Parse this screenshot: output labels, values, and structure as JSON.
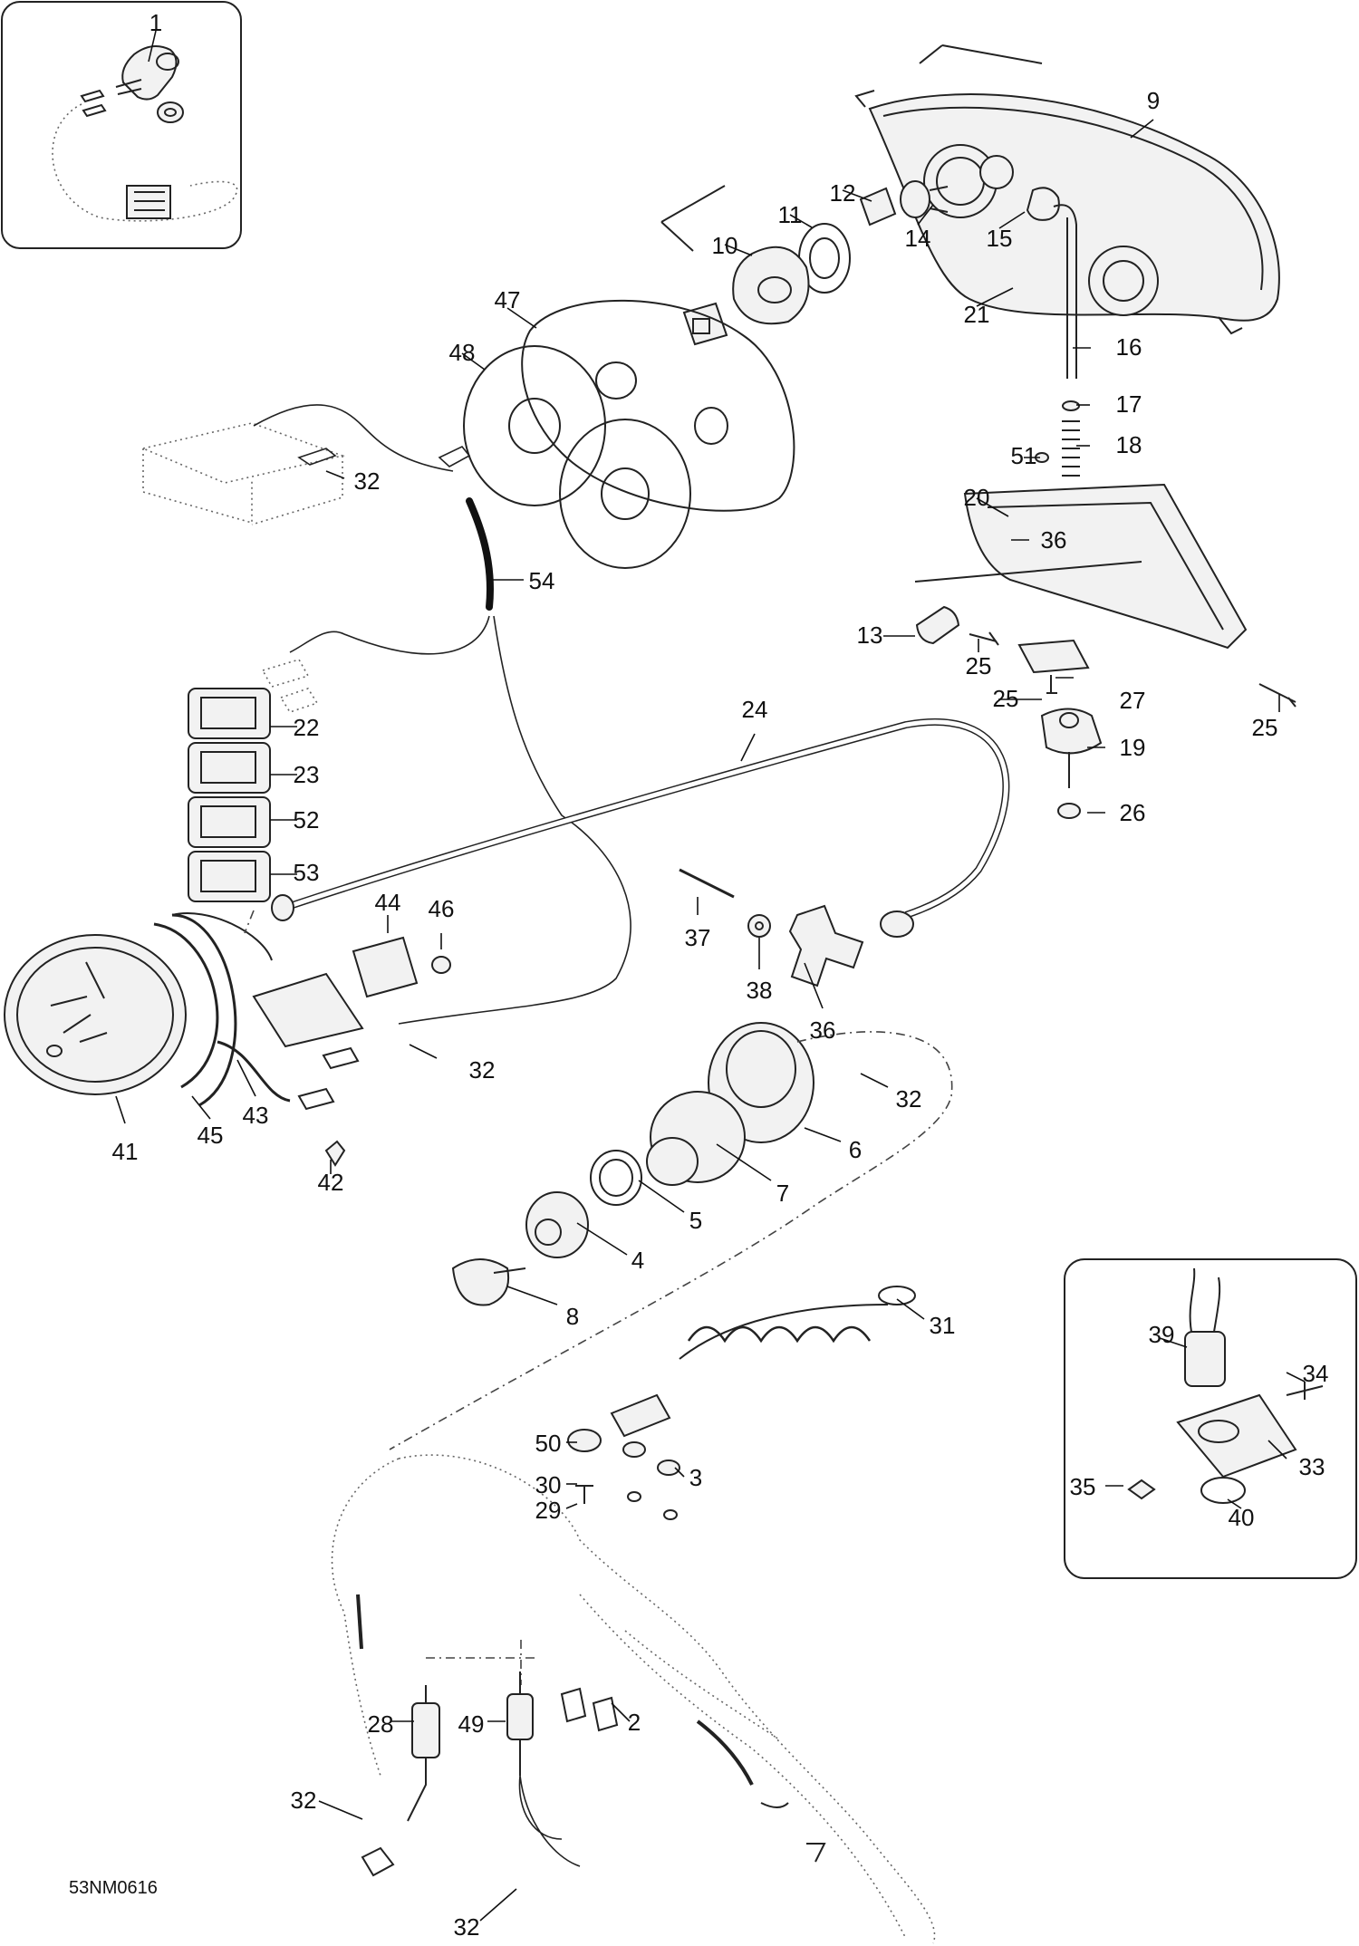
{
  "drawing_code": "53NM0616",
  "callouts": [
    {
      "id": "c1",
      "text": "1"
    },
    {
      "id": "c9",
      "text": "9"
    },
    {
      "id": "c12",
      "text": "12"
    },
    {
      "id": "c11",
      "text": "11"
    },
    {
      "id": "c10",
      "text": "10"
    },
    {
      "id": "c14",
      "text": "14"
    },
    {
      "id": "c15",
      "text": "15"
    },
    {
      "id": "c21",
      "text": "21"
    },
    {
      "id": "c47",
      "text": "47"
    },
    {
      "id": "c16",
      "text": "16"
    },
    {
      "id": "c48",
      "text": "48"
    },
    {
      "id": "c17",
      "text": "17"
    },
    {
      "id": "c18",
      "text": "18"
    },
    {
      "id": "c51",
      "text": "51"
    },
    {
      "id": "c32a",
      "text": "32"
    },
    {
      "id": "c20",
      "text": "20"
    },
    {
      "id": "c36a",
      "text": "36"
    },
    {
      "id": "c54",
      "text": "54"
    },
    {
      "id": "c13",
      "text": "13"
    },
    {
      "id": "c25a",
      "text": "25"
    },
    {
      "id": "c25b",
      "text": "25"
    },
    {
      "id": "c27",
      "text": "27"
    },
    {
      "id": "c25c",
      "text": "25"
    },
    {
      "id": "c19",
      "text": "19"
    },
    {
      "id": "c22",
      "text": "22"
    },
    {
      "id": "c24",
      "text": "24"
    },
    {
      "id": "c23",
      "text": "23"
    },
    {
      "id": "c26",
      "text": "26"
    },
    {
      "id": "c52",
      "text": "52"
    },
    {
      "id": "c53",
      "text": "53"
    },
    {
      "id": "c44",
      "text": "44"
    },
    {
      "id": "c46",
      "text": "46"
    },
    {
      "id": "c37",
      "text": "37"
    },
    {
      "id": "c38",
      "text": "38"
    },
    {
      "id": "c36b",
      "text": "36"
    },
    {
      "id": "c32b",
      "text": "32"
    },
    {
      "id": "c32c",
      "text": "32"
    },
    {
      "id": "c41",
      "text": "41"
    },
    {
      "id": "c45",
      "text": "45"
    },
    {
      "id": "c43",
      "text": "43"
    },
    {
      "id": "c6",
      "text": "6"
    },
    {
      "id": "c42",
      "text": "42"
    },
    {
      "id": "c7",
      "text": "7"
    },
    {
      "id": "c5",
      "text": "5"
    },
    {
      "id": "c4",
      "text": "4"
    },
    {
      "id": "c8",
      "text": "8"
    },
    {
      "id": "c31",
      "text": "31"
    },
    {
      "id": "c39",
      "text": "39"
    },
    {
      "id": "c34",
      "text": "34"
    },
    {
      "id": "c50",
      "text": "50"
    },
    {
      "id": "c3",
      "text": "3"
    },
    {
      "id": "c33",
      "text": "33"
    },
    {
      "id": "c30",
      "text": "30"
    },
    {
      "id": "c35",
      "text": "35"
    },
    {
      "id": "c29",
      "text": "29"
    },
    {
      "id": "c40",
      "text": "40"
    },
    {
      "id": "c28",
      "text": "28"
    },
    {
      "id": "c49",
      "text": "49"
    },
    {
      "id": "c2",
      "text": "2"
    },
    {
      "id": "c32d",
      "text": "32"
    },
    {
      "id": "c32e",
      "text": "32"
    }
  ]
}
